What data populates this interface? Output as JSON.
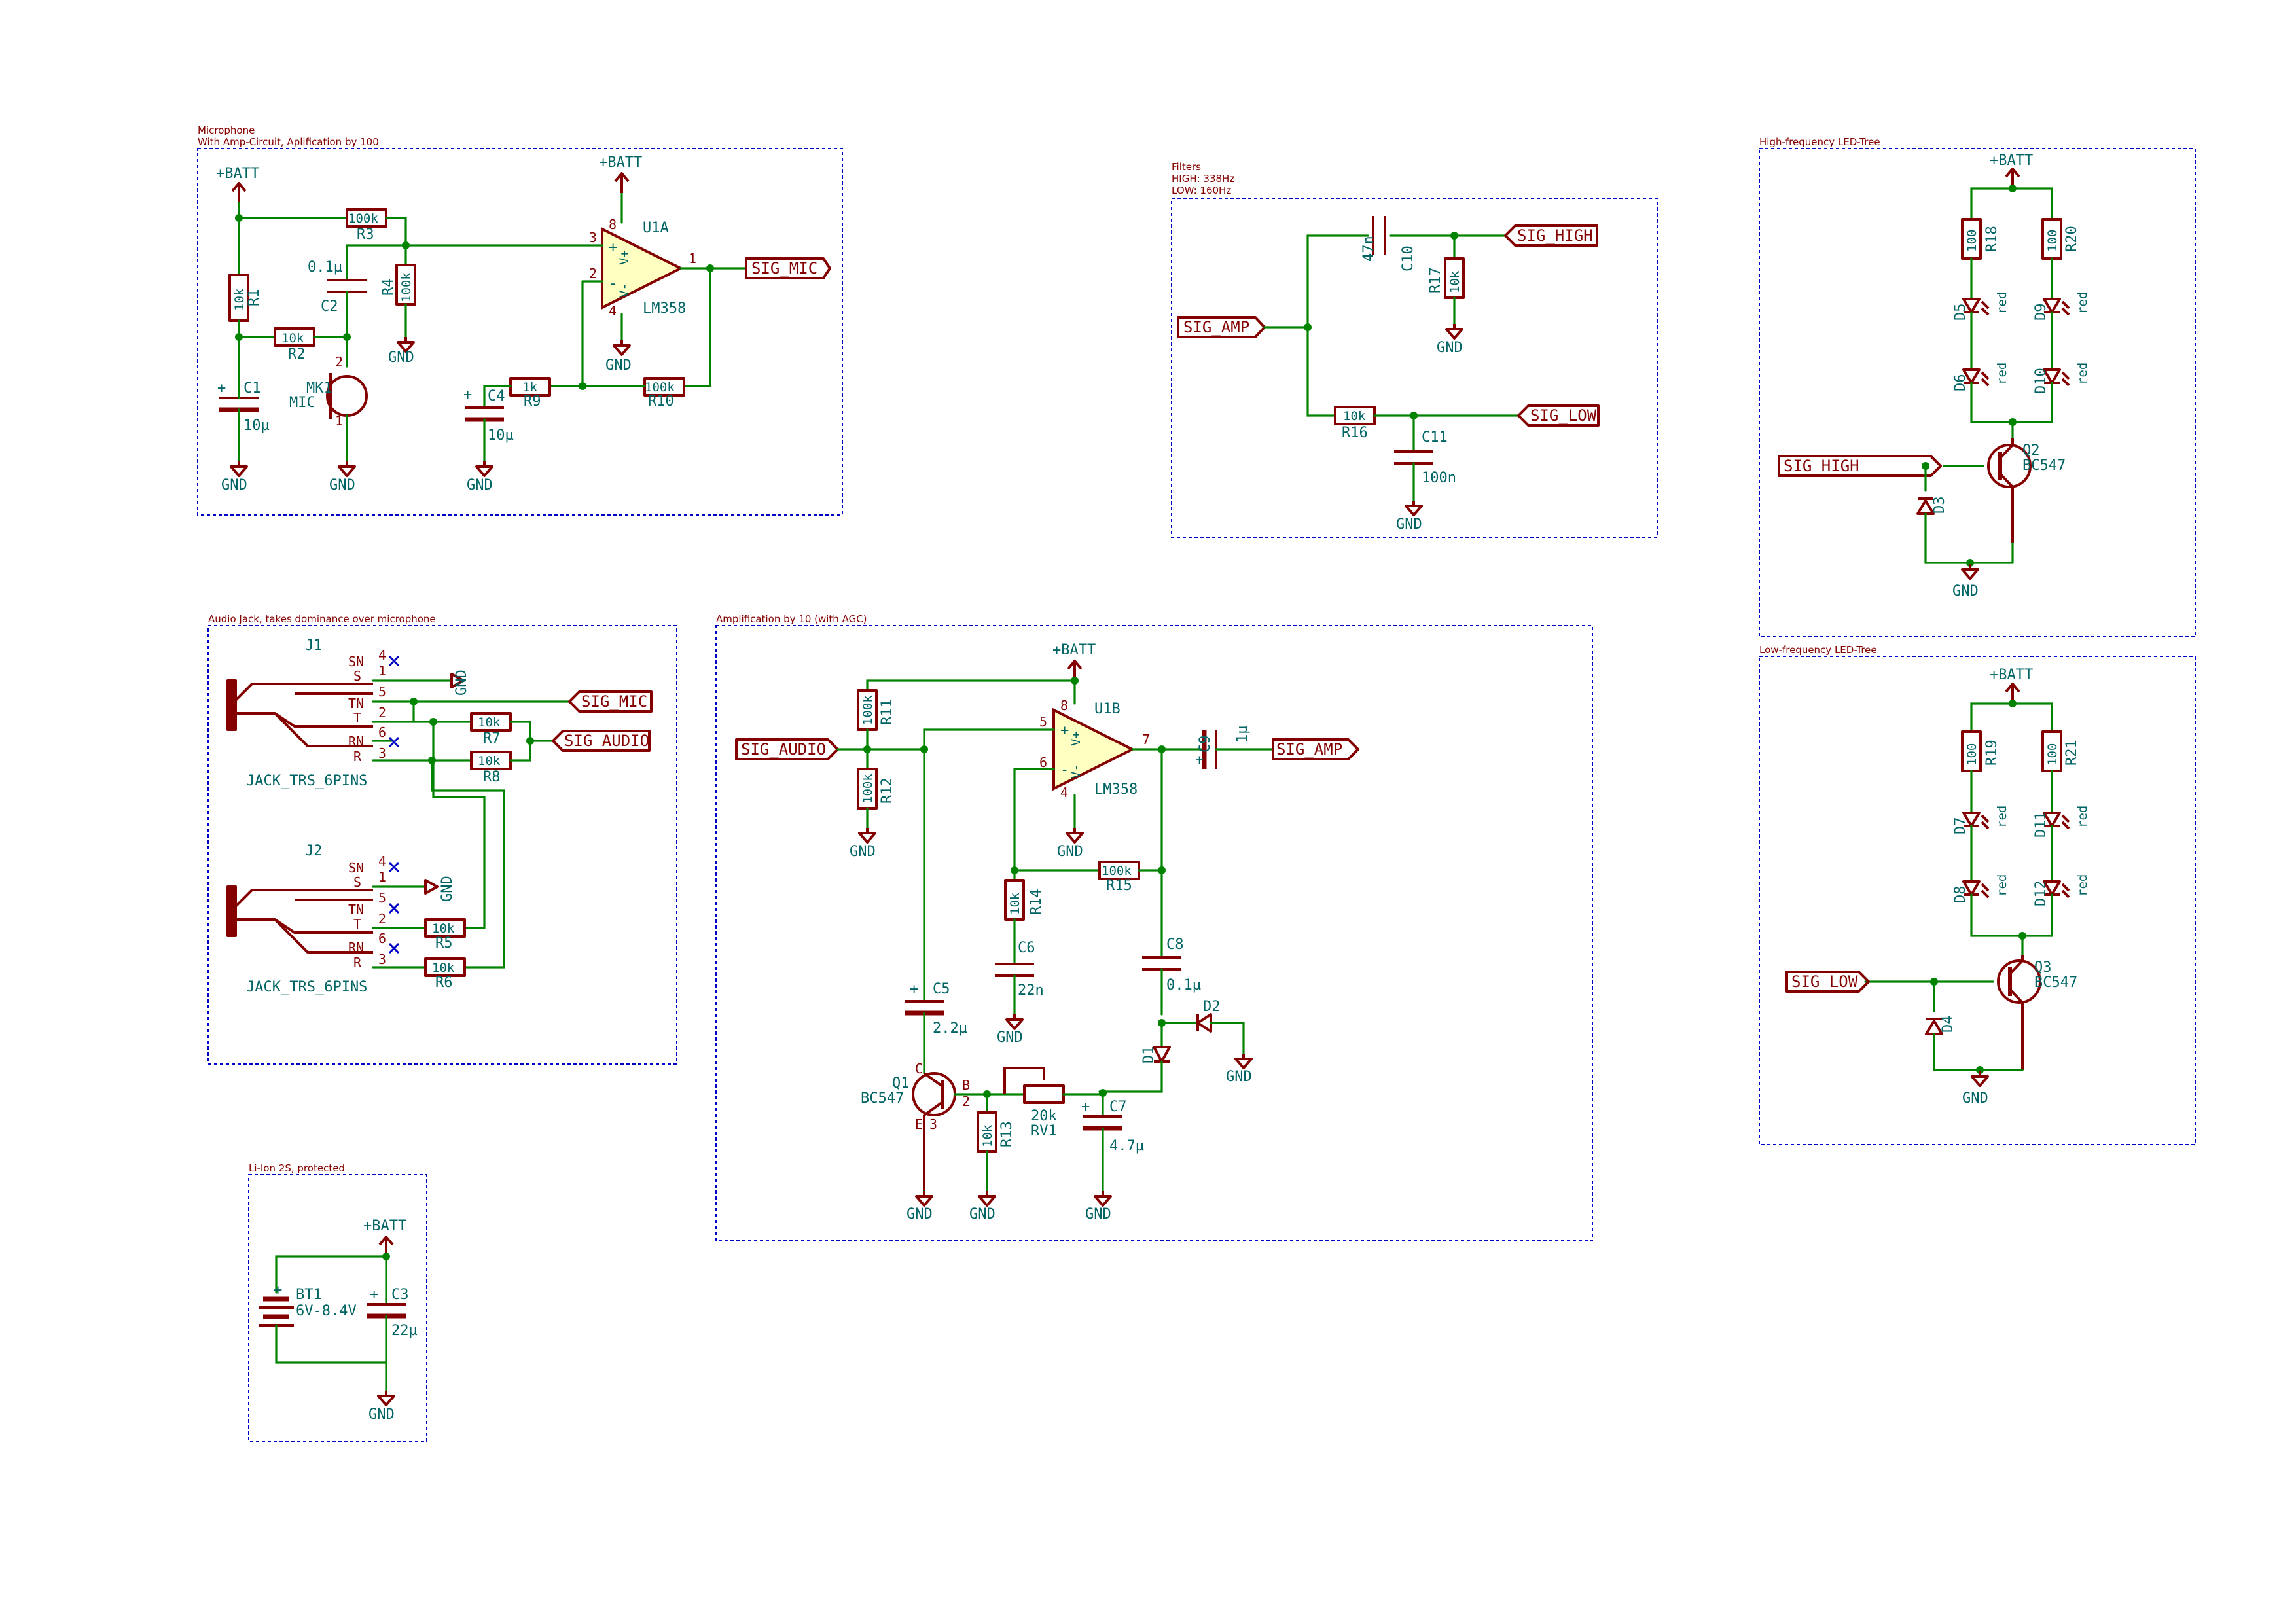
{
  "sections": [
    {
      "id": "mic",
      "title": "Microphone",
      "subtitle": "With Amp-Circuit, Aplification by 100"
    },
    {
      "id": "filters",
      "title": "Filters",
      "subtitle": "HIGH: 338Hz",
      "subtitle2": "LOW: 160Hz"
    },
    {
      "id": "hi_led",
      "title": "High-frequency LED-Tree"
    },
    {
      "id": "jack",
      "title": "Audio Jack, takes dominance over microphone"
    },
    {
      "id": "amp10",
      "title": "Amplification by 10 (with AGC)"
    },
    {
      "id": "lo_led",
      "title": "Low-frequency LED-Tree"
    },
    {
      "id": "batt",
      "title": "Li-Ion 2S, protected"
    }
  ],
  "nets": {
    "batt": "+BATT",
    "gnd": "GND",
    "sig_mic": "SIG_MIC",
    "sig_amp": "SIG_AMP",
    "sig_high": "SIG_HIGH",
    "sig_low": "SIG_LOW",
    "sig_audio": "SIG_AUDIO"
  },
  "components": {
    "R1": {
      "ref": "R1",
      "val": "10k"
    },
    "R2": {
      "ref": "R2",
      "val": "10k"
    },
    "R3": {
      "ref": "R3",
      "val": "100k"
    },
    "R4": {
      "ref": "R4",
      "val": "100k"
    },
    "R5": {
      "ref": "R5",
      "val": "10k"
    },
    "R6": {
      "ref": "R6",
      "val": "10k"
    },
    "R7": {
      "ref": "R7",
      "val": "10k"
    },
    "R8": {
      "ref": "R8",
      "val": "10k"
    },
    "R9": {
      "ref": "R9",
      "val": "1k"
    },
    "R10": {
      "ref": "R10",
      "val": "100k"
    },
    "R11": {
      "ref": "R11",
      "val": "100k"
    },
    "R12": {
      "ref": "R12",
      "val": "100k"
    },
    "R13": {
      "ref": "R13",
      "val": "10k"
    },
    "R14": {
      "ref": "R14",
      "val": "10k"
    },
    "R15": {
      "ref": "R15",
      "val": "100k"
    },
    "R16": {
      "ref": "R16",
      "val": "10k"
    },
    "R17": {
      "ref": "R17",
      "val": "10k"
    },
    "R18": {
      "ref": "R18",
      "val": "100"
    },
    "R19": {
      "ref": "R19",
      "val": "100"
    },
    "R20": {
      "ref": "R20",
      "val": "100"
    },
    "R21": {
      "ref": "R21",
      "val": "100"
    },
    "RV1": {
      "ref": "RV1",
      "val": "20k"
    },
    "C1": {
      "ref": "C1",
      "val": "10µ"
    },
    "C2": {
      "ref": "C2",
      "val": "0.1µ"
    },
    "C3": {
      "ref": "C3",
      "val": "22µ"
    },
    "C4": {
      "ref": "C4",
      "val": "10µ"
    },
    "C5": {
      "ref": "C5",
      "val": "2.2µ"
    },
    "C6": {
      "ref": "C6",
      "val": "22n"
    },
    "C7": {
      "ref": "C7",
      "val": "4.7µ"
    },
    "C8": {
      "ref": "C8",
      "val": "0.1µ"
    },
    "C9": {
      "ref": "C9",
      "val": "1µ"
    },
    "C10": {
      "ref": "C10",
      "val": "47n"
    },
    "C11": {
      "ref": "C11",
      "val": "100n"
    },
    "U1A": {
      "ref": "U1A",
      "val": "LM358"
    },
    "U1B": {
      "ref": "U1B",
      "val": "LM358"
    },
    "Q1": {
      "ref": "Q1",
      "val": "BC547"
    },
    "Q2": {
      "ref": "Q2",
      "val": "BC547"
    },
    "Q3": {
      "ref": "Q3",
      "val": "BC547"
    },
    "MK1": {
      "ref": "MK1",
      "val": "MIC"
    },
    "BT1": {
      "ref": "BT1",
      "val": "6V-8.4V"
    },
    "J1": {
      "ref": "J1",
      "val": "JACK_TRS_6PINS"
    },
    "J2": {
      "ref": "J2",
      "val": "JACK_TRS_6PINS"
    },
    "D1": {
      "ref": "D1"
    },
    "D2": {
      "ref": "D2"
    },
    "D3": {
      "ref": "D3"
    },
    "D4": {
      "ref": "D4"
    },
    "D5": {
      "ref": "D5",
      "val": "red"
    },
    "D6": {
      "ref": "D6",
      "val": "red"
    },
    "D7": {
      "ref": "D7",
      "val": "red"
    },
    "D8": {
      "ref": "D8",
      "val": "red"
    },
    "D9": {
      "ref": "D9",
      "val": "red"
    },
    "D10": {
      "ref": "D10",
      "val": "red"
    },
    "D11": {
      "ref": "D11",
      "val": "red"
    },
    "D12": {
      "ref": "D12",
      "val": "red"
    }
  },
  "pins": {
    "p1": "1",
    "p2": "2",
    "p3": "3",
    "p4": "4",
    "p5": "5",
    "p6": "6",
    "p7": "7",
    "p8": "8",
    "b": "B",
    "c": "C",
    "e": "E",
    "plus": "+",
    "minus": "-",
    "vp": "V+",
    "vm": "V-",
    "sn": "SN",
    "s": "S",
    "tn": "TN",
    "t": "T",
    "rn": "RN",
    "r": "R"
  },
  "colors": {
    "wire": "#008400",
    "component": "#840000",
    "text": "#006464",
    "frame": "#0000c4",
    "body": "#ffffc2"
  }
}
